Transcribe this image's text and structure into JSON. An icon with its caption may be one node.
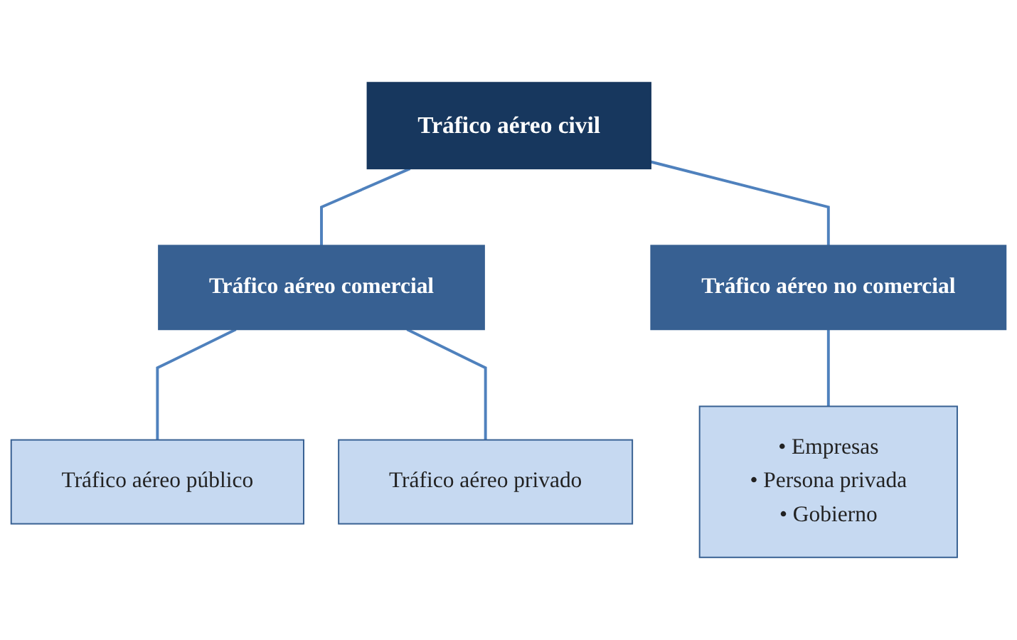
{
  "diagram": {
    "nodes": [
      {
        "text": [
          "Tráfico aéreo civil"
        ]
      },
      {
        "text": [
          "Tráfico aéreo comercial"
        ]
      },
      {
        "text": [
          "Tráfico aéreo no comercial"
        ]
      },
      {
        "text": [
          "Tráfico aéreo público"
        ]
      },
      {
        "text": [
          "Tráfico aéreo privado"
        ]
      },
      {
        "text": [
          "• Empresas",
          "• Persona privada",
          "• Gobierno"
        ]
      }
    ],
    "edges": [
      {
        "from": 0,
        "to": 1,
        "arrow": "none"
      },
      {
        "from": 0,
        "to": 2,
        "arrow": "none"
      },
      {
        "from": 1,
        "to": 3,
        "arrow": "none"
      },
      {
        "from": 1,
        "to": 4,
        "arrow": "none"
      },
      {
        "from": 2,
        "to": 5,
        "arrow": "none"
      }
    ]
  }
}
